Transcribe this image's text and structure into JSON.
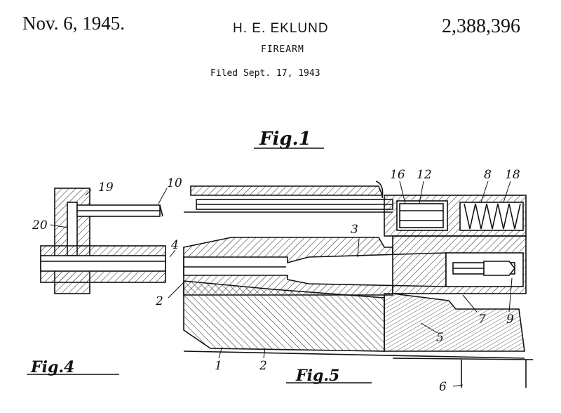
{
  "header": {
    "date": "Nov. 6, 1945.",
    "inventor": "H. E. EKLUND",
    "patent_number": "2,388,396",
    "subject": "FIREARM",
    "filed": "Filed Sept. 17, 1943"
  },
  "figures": {
    "fig1": "Fig.1",
    "fig4": "Fig.4",
    "fig5": "Fig.5"
  },
  "refs": {
    "r19": "19",
    "r20": "20",
    "r10": "10",
    "r4": "4",
    "r2a": "2",
    "r3": "3",
    "r16": "16",
    "r12": "12",
    "r8": "8",
    "r18": "18",
    "r7": "7",
    "r9": "9",
    "r5": "5",
    "r1": "1",
    "r2b": "2",
    "r6": "6"
  }
}
